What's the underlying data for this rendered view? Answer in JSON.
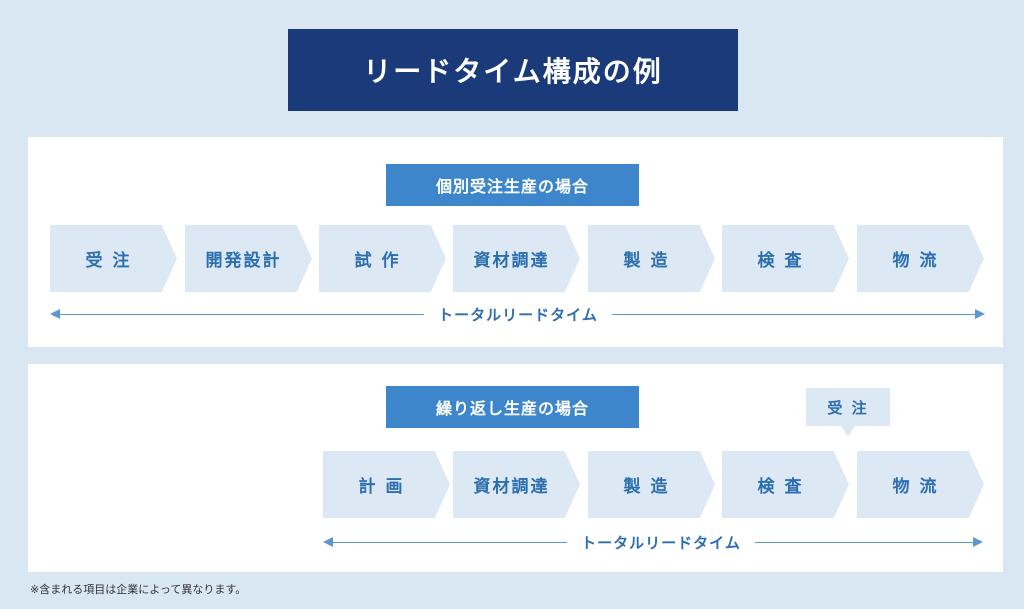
{
  "title": "リードタイム構成の例",
  "individual": {
    "label": "個別受注生産の場合",
    "steps": [
      "受 注",
      "開発設計",
      "試 作",
      "資材調達",
      "製 造",
      "検 査",
      "物 流"
    ],
    "total_label": "トータルリードタイム"
  },
  "repeat": {
    "label": "繰り返し生産の場合",
    "steps": [
      "計 画",
      "資材調達",
      "製 造",
      "検 査",
      "物 流"
    ],
    "order_callout": "受 注",
    "total_label": "トータルリードタイム"
  },
  "note": "※含まれる項目は企業によって異なります。",
  "colors": {
    "title_bg": "#1b3a7a",
    "label_bg": "#3d86cc",
    "step_bg": "#dce9f5",
    "step_text": "#2d6fae",
    "page_bg": "#d9e7f3"
  }
}
